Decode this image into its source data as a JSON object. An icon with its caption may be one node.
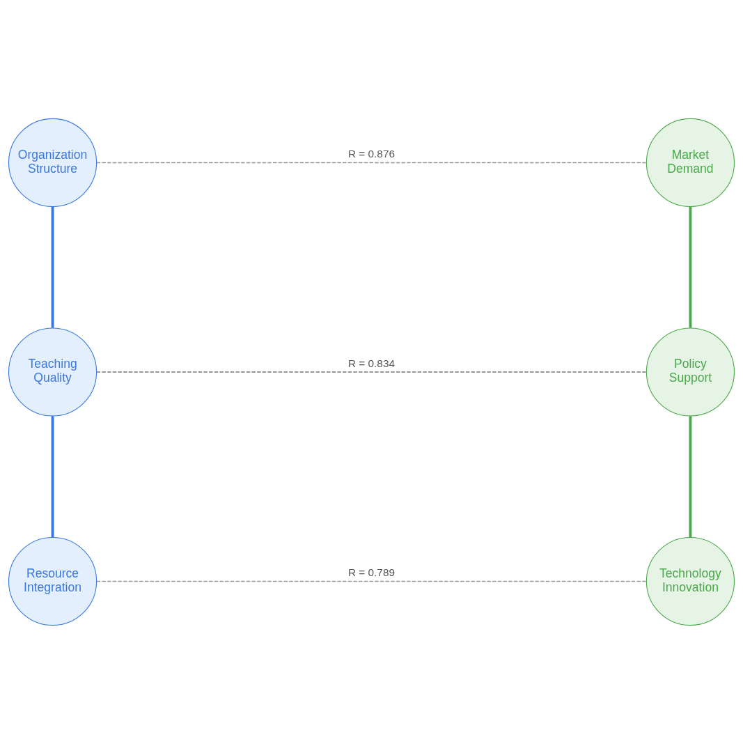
{
  "diagram": {
    "nodes": [
      {
        "text": [
          "Organization Structure"
        ]
      },
      {
        "text": [
          "Market Demand"
        ]
      },
      {
        "text": [
          "Teaching Quality"
        ]
      },
      {
        "text": [
          "Policy Support"
        ]
      },
      {
        "text": [
          "Resource Integration"
        ]
      },
      {
        "text": [
          "Technology Innovation"
        ]
      }
    ],
    "edges": [
      {
        "from": 0,
        "to": 1,
        "arrow": "none",
        "label": "R = 0.876",
        "style": "dashed",
        "color": "#999999"
      },
      {
        "from": 0,
        "to": 2,
        "arrow": "none",
        "color": "#3a78e0"
      },
      {
        "from": 1,
        "to": 3,
        "arrow": "none",
        "color": "#4aa84a"
      },
      {
        "from": 2,
        "to": 3,
        "arrow": "none",
        "label": "R = 0.834",
        "style": "dashed",
        "color": "#777777"
      },
      {
        "from": 2,
        "to": 4,
        "arrow": "none",
        "color": "#3a78e0"
      },
      {
        "from": 3,
        "to": 5,
        "arrow": "none",
        "color": "#4aa84a"
      },
      {
        "from": 4,
        "to": 5,
        "arrow": "none",
        "label": "R = 0.789",
        "style": "dashed",
        "color": "#999999"
      }
    ]
  }
}
